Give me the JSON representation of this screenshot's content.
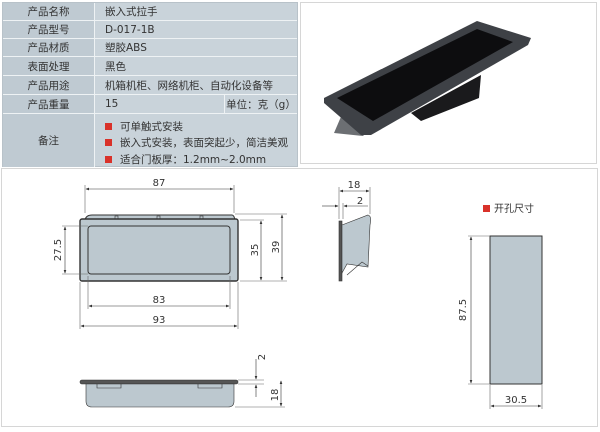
{
  "spec": {
    "name": {
      "label": "产品名称",
      "value": "嵌入式拉手"
    },
    "model": {
      "label": "产品型号",
      "value": "D-017-1B"
    },
    "material": {
      "label": "产品材质",
      "value": "塑胶ABS"
    },
    "finish": {
      "label": "表面处理",
      "value": "黑色"
    },
    "usage": {
      "label": "产品用途",
      "value": "机箱机柜、网络机柜、自动化设备等"
    },
    "weight": {
      "label": "产品重量",
      "value": "15",
      "unit": "单位：克（g）"
    },
    "notes": {
      "label": "备注",
      "items": [
        "可单触式安装",
        "嵌入式安装，表面突起少，简洁美观",
        "适合门板厚：1.2mm~2.0mm"
      ]
    }
  },
  "drawing": {
    "front": {
      "w_outer": "93",
      "w_top": "87",
      "w_inner": "83",
      "h_inner": "27.5",
      "h_mid": "35",
      "h_outer": "39"
    },
    "side": {
      "depth": "18",
      "flange": "2"
    },
    "bottom": {
      "flange": "2",
      "depth": "18"
    },
    "cutout": {
      "title": "开孔尺寸",
      "height": "87.5",
      "width": "30.5"
    }
  },
  "colors": {
    "table_bg": "#c9d3da",
    "part_fill": "#bcc8cf",
    "accent": "#d9322a"
  }
}
